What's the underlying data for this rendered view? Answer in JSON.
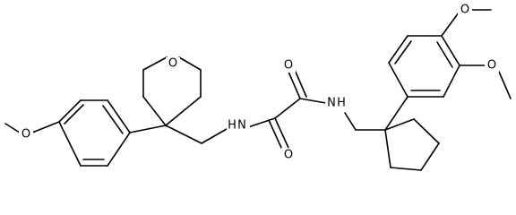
{
  "molecule": {
    "atom_labels": {
      "pyran_oxygen": "O",
      "methoxy_oxygen_left": "O",
      "amide_nitrogen_left": "N",
      "amide_hydrogen_left": "H",
      "carbonyl_oxygen_top": "O",
      "carbonyl_oxygen_bottom": "O",
      "amide_nitrogen_right": "N",
      "amide_hydrogen_right": "H",
      "methoxy_oxygen_top_right": "O",
      "methoxy_oxygen_right": "O"
    },
    "colors": {
      "bond": "#000000",
      "label": "#000000",
      "background": "#ffffff"
    }
  }
}
